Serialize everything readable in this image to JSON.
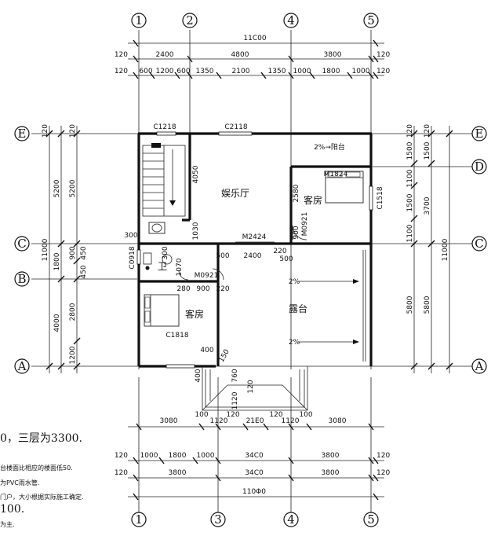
{
  "axes": {
    "top": [
      "1",
      "2",
      "4",
      "5"
    ],
    "bottom": [
      "1",
      "3",
      "4",
      "5"
    ],
    "left": [
      "E",
      "C",
      "B",
      "A"
    ],
    "right": [
      "E",
      "D",
      "C",
      "A"
    ]
  },
  "dims": {
    "top_total": "11C00",
    "top_row2": [
      "120",
      "2400",
      "4800",
      "3800",
      "120"
    ],
    "top_row3": [
      "120",
      "600",
      "1200",
      "600",
      "1350",
      "2100",
      "1350",
      "1000",
      "1800",
      "1000",
      "120"
    ],
    "bottom_row1": [
      "3080",
      "100",
      "1120",
      "120",
      "21E0",
      "120",
      "1120",
      "100",
      "3080"
    ],
    "bottom_row2": [
      "120",
      "1000",
      "1800",
      "1000",
      "34C0",
      "3800",
      "120"
    ],
    "bottom_row3": [
      "120",
      "3800",
      "34C0",
      "3800",
      "120"
    ],
    "bottom_total": "110Φ0",
    "left_outer": [
      "120",
      "5200",
      "1800",
      "4000",
      "11000"
    ],
    "left_inner": [
      "120",
      "5200",
      "900",
      "450",
      "450",
      "2800",
      "1200"
    ],
    "right_inner": [
      "120",
      "1500",
      "1100",
      "1500",
      "1100",
      "5800"
    ],
    "right_outer": [
      "120",
      "1500",
      "3700",
      "5800",
      "11000"
    ]
  },
  "rooms": {
    "entertainment": "娱乐厅",
    "guest_top": "客房",
    "guest_bottom": "客房",
    "terrace": "露台",
    "balcony": "2%→阳台",
    "bath": "卫",
    "terrace_slope_top": "2%",
    "terrace_slope_bottom": "2%"
  },
  "labels": {
    "c1218": "C1218",
    "c2118": "C2118",
    "m1824": "M1824",
    "c1518": "C1518",
    "m2424": "M2424",
    "m0921_a": "M0921",
    "m0921_b": "M0921",
    "c0918": "C0918",
    "c1818": "C1818",
    "d4050": "4050",
    "d1030": "1030",
    "d2580": "2580",
    "d900": "900",
    "d300a": "300",
    "d300b": "300",
    "d500a": "500",
    "d2400": "2400",
    "d220a": "220",
    "d500b": "500",
    "d1070": "1070",
    "d280": "280",
    "d900b": "900",
    "d220b": "220",
    "d400": "400",
    "d150": "150",
    "d760": "760",
    "d1120": "1120",
    "d120": "120",
    "d400b": "400"
  },
  "notes": [
    "0，三层为3300.",
    "台楼面比相应的楼面低50.",
    "为PVC雨水管.",
    "门户，大小根据实际施工确定.",
    "100.",
    "为主."
  ]
}
